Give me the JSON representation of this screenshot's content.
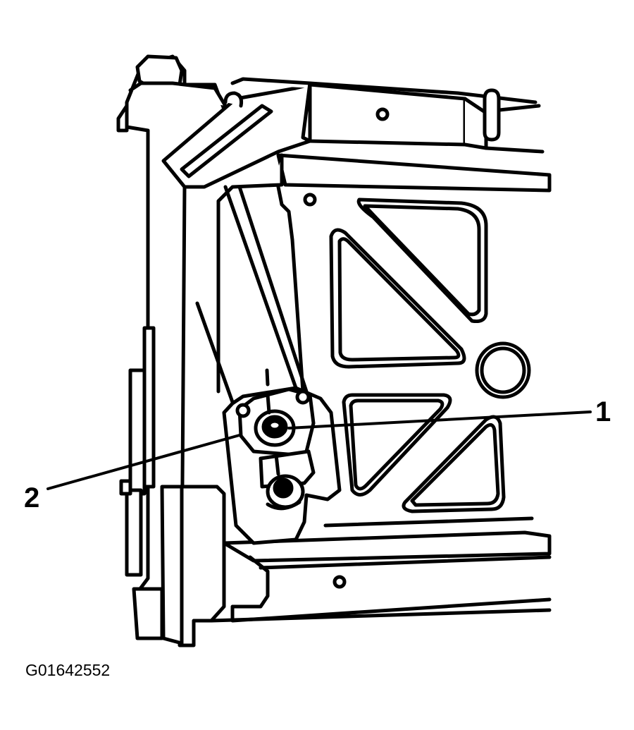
{
  "callouts": [
    {
      "label": "1"
    },
    {
      "label": "2"
    }
  ],
  "figure_id": "G01642552",
  "colors": {
    "line": "#000000",
    "background": "#ffffff"
  }
}
